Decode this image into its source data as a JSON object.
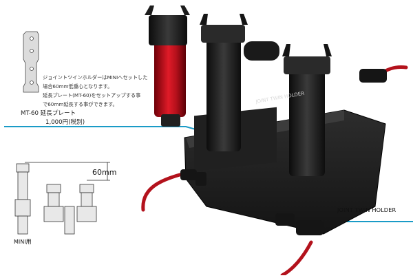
{
  "note": {
    "lines": [
      "ジョイントツインホルダーはMINIへセットした",
      "場合60mm低重心となります。",
      "延長プレート(MT-60)をセットアップする事",
      "で60mm延長する事ができます。"
    ]
  },
  "plate": {
    "name": "MT-60 延長プレート",
    "price": "1,000円(税別)"
  },
  "dimension": {
    "label": "60mm"
  },
  "mini": {
    "label": "MINI用"
  },
  "product": {
    "label": "JOINT TWIN HOLDER",
    "engraved_text": "JOINT TWIN HOLDER"
  },
  "colors": {
    "callout_line": "#1a9bc7",
    "holder_red": "#c4121e",
    "body_black": "#1b1b1b"
  }
}
